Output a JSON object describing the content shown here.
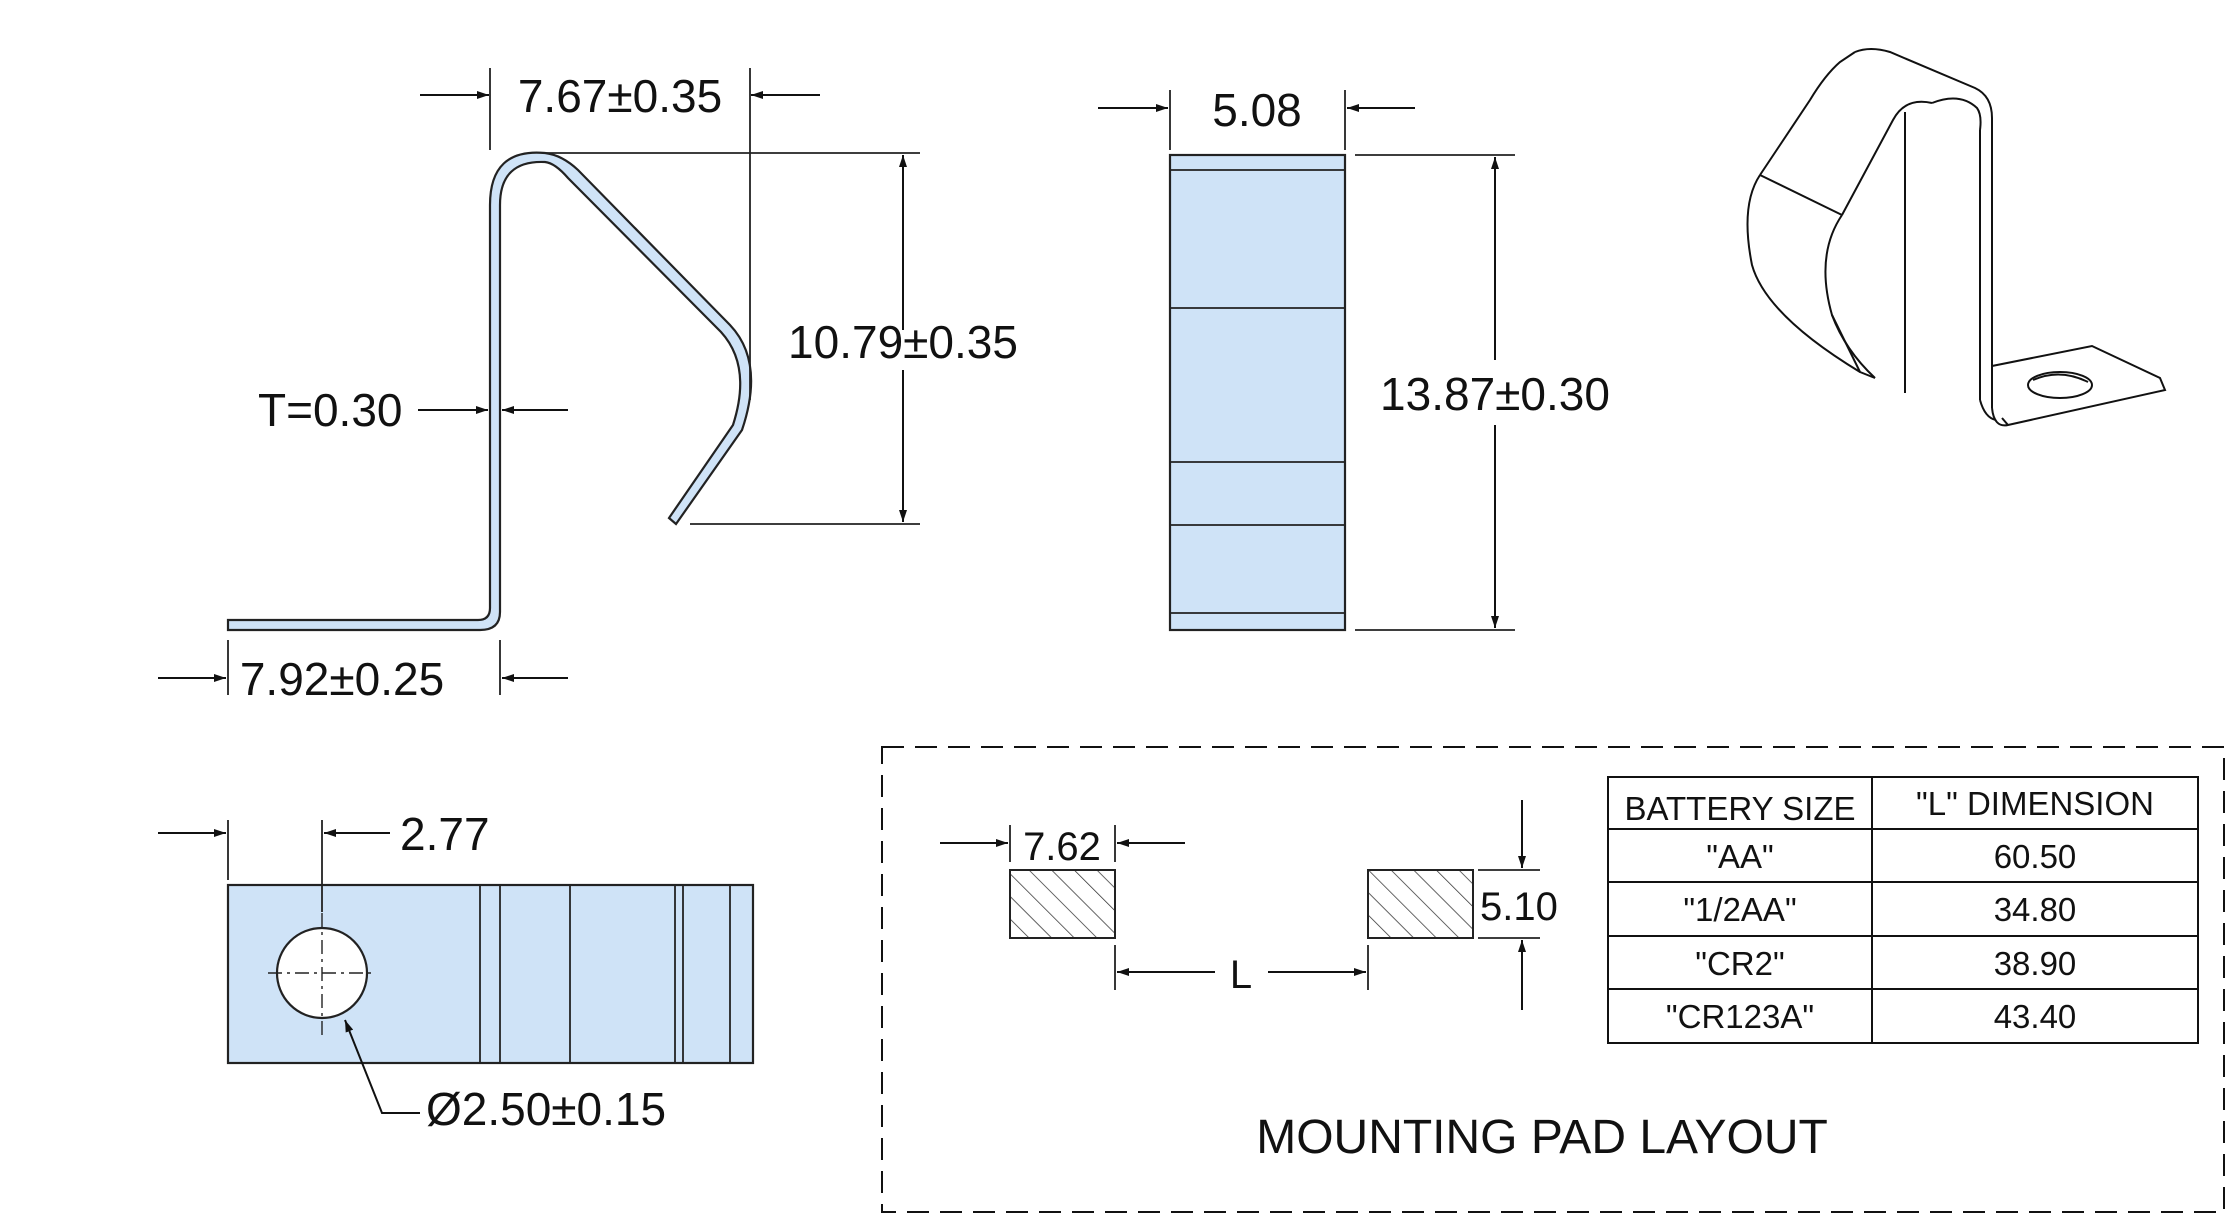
{
  "side_view": {
    "top_width": "7.67±0.35",
    "height": "10.79±0.35",
    "thickness": "T=0.30",
    "base_length": "7.92±0.25"
  },
  "front_view": {
    "width": "5.08",
    "height": "13.87±0.30"
  },
  "bottom_view": {
    "hole_offset": "2.77",
    "hole_diameter": "Ø2.50±0.15"
  },
  "pad_layout": {
    "pad_width": "7.62",
    "pad_height": "5.10",
    "spacing_label": "L",
    "title": "MOUNTING PAD LAYOUT",
    "table": {
      "headers": [
        "BATTERY SIZE",
        "\"L\" DIMENSION"
      ],
      "rows": [
        [
          "\"AA\"",
          "60.50"
        ],
        [
          "\"1/2AA\"",
          "34.80"
        ],
        [
          "\"CR2\"",
          "38.90"
        ],
        [
          "\"CR123A\"",
          "43.40"
        ]
      ]
    }
  },
  "colors": {
    "part_fill": "#cfe3f7",
    "line": "#111111"
  }
}
